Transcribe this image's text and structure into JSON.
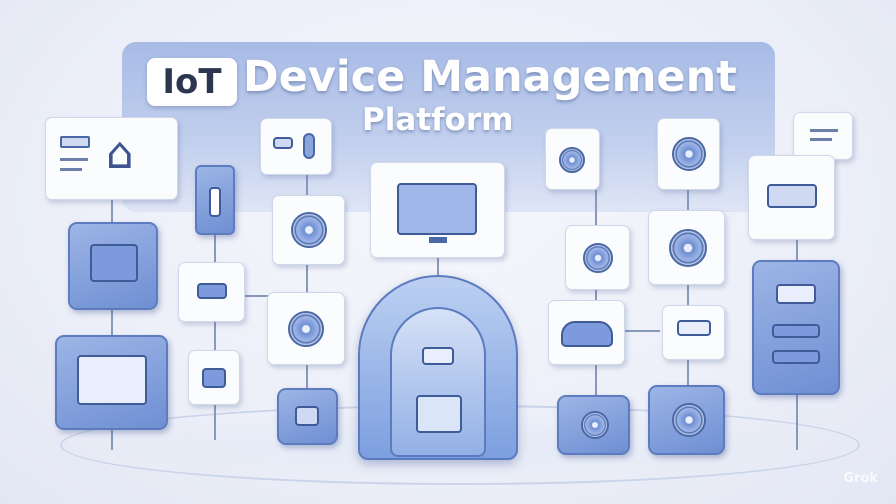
{
  "title": {
    "badge": "IoT",
    "line1": "Device Management",
    "line2": "Platform"
  },
  "watermark": "Grok",
  "colors": {
    "accent": "#7d9bdc",
    "panel": "#a7bbe6",
    "background": "#eceff8"
  }
}
